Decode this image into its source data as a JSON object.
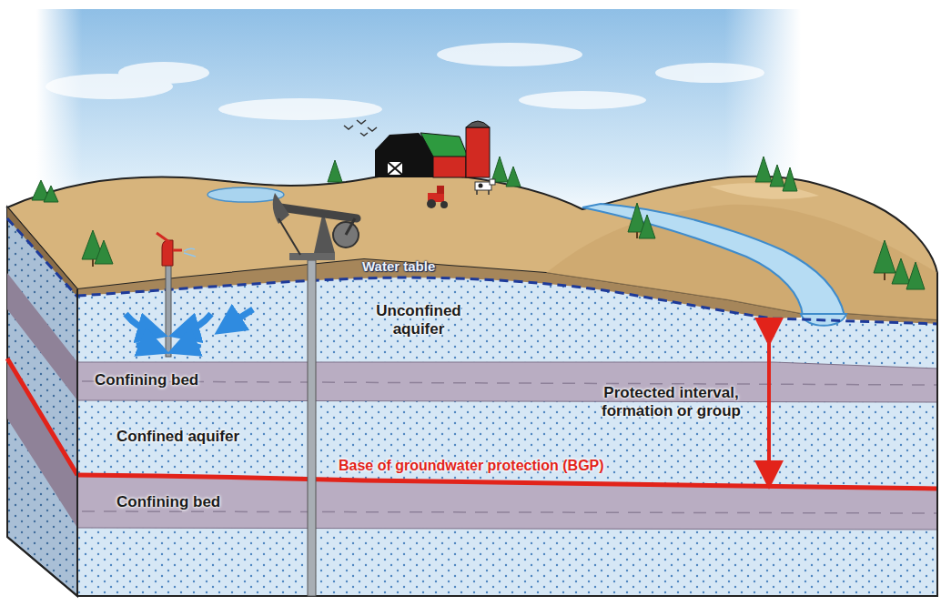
{
  "diagram": {
    "labels": [
      "Water table",
      "Unconfined aquifer",
      "Confining bed",
      "Confined aquifer",
      "Base of groundwater protection (BGP)",
      "Confining bed",
      "Protected interval, formation or group"
    ]
  }
}
